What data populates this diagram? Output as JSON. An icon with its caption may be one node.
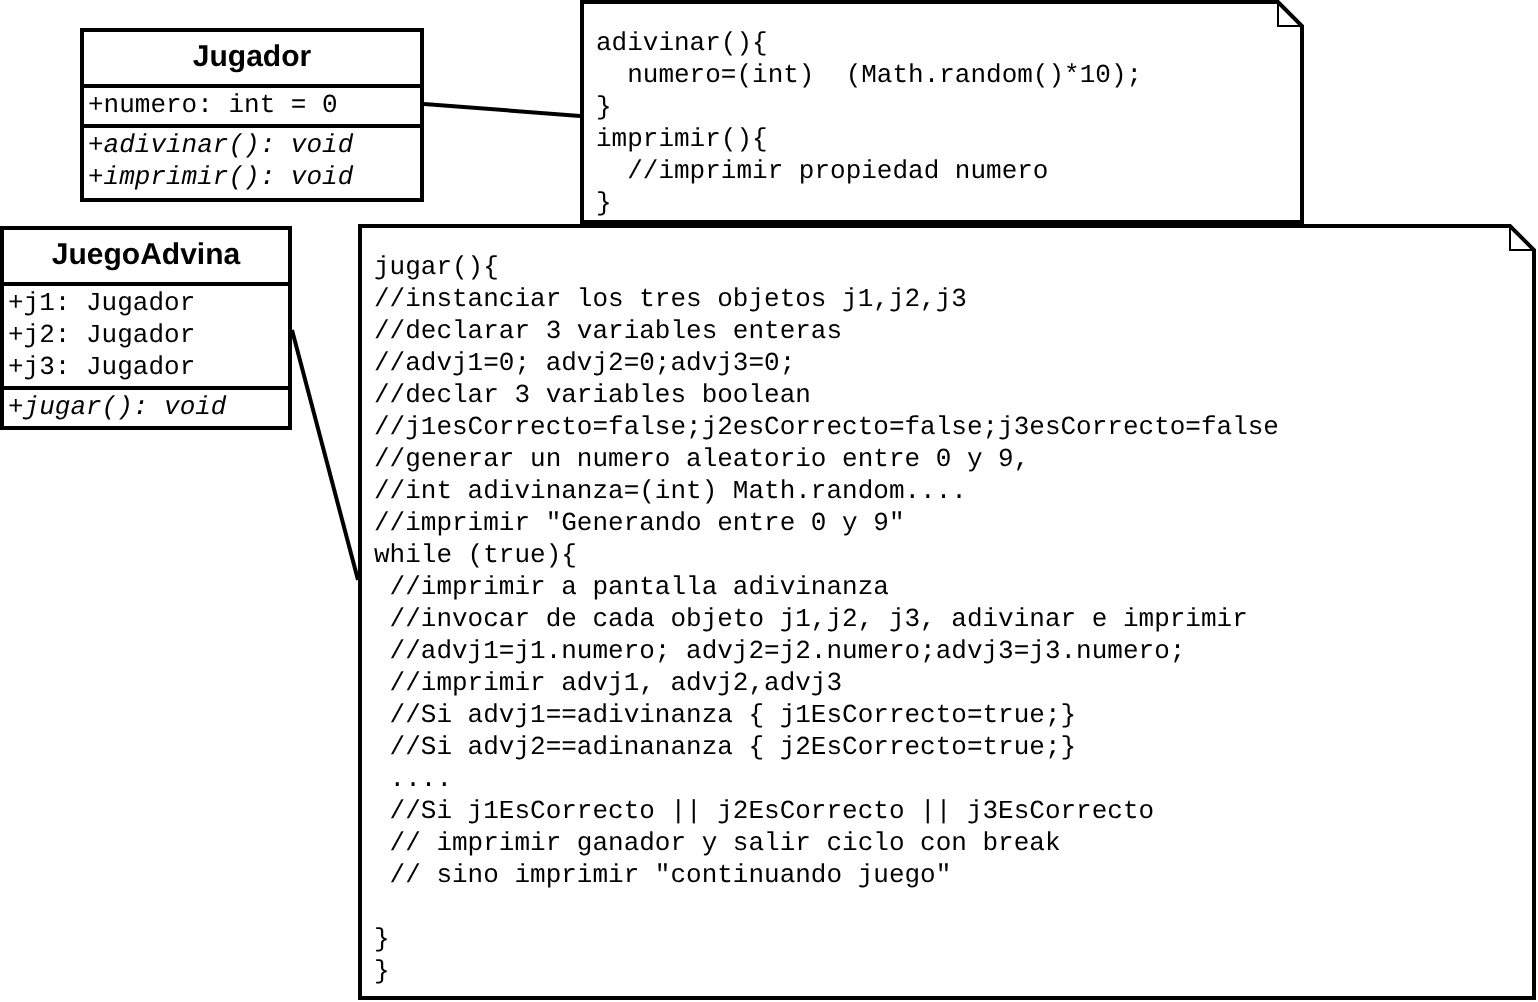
{
  "diagram": {
    "nodes": [
      {
        "text": [
          "Jugador",
          "+numero: int = 0",
          "+adivinar(): void",
          "+imprimir(): void"
        ]
      },
      {
        "text": [
          "adivinar(){",
          "  numero=(int)  (Math.random()*10);",
          "}",
          "imprimir(){",
          "  //imprimir propiedad numero",
          "}"
        ]
      },
      {
        "text": [
          "JuegoAdvina",
          "+j1: Jugador",
          "+j2: Jugador",
          "+j3: Jugador",
          "+jugar(): void"
        ]
      },
      {
        "text": [
          "jugar(){",
          "//instanciar los tres objetos j1,j2,j3",
          "//declarar 3 variables enteras",
          "//advj1=0; advj2=0;advj3=0;",
          "//declar 3 variables boolean",
          "//j1esCorrecto=false;j2esCorrecto=false;j3esCorrecto=false",
          "//generar un numero aleatorio entre 0 y 9,",
          "//int adivinanza=(int) Math.random....",
          "//imprimir \"Generando entre 0 y 9\"",
          "while (true){",
          " //imprimir a pantalla adivinanza",
          " //invocar de cada objeto j1,j2, j3, adivinar e imprimir",
          " //advj1=j1.numero; advj2=j2.numero;advj3=j3.numero;",
          " //imprimir advj1, advj2,advj3",
          " //Si advj1==adivinanza { j1EsCorrecto=true;}",
          " //Si advj2==adinananza { j2EsCorrecto=true;}",
          " ....",
          " //Si j1EsCorrecto || j2EsCorrecto || j3EsCorrecto",
          " // imprimir ganador y salir ciclo con break",
          " // sino imprimir \"continuando juego\"",
          "}",
          "}"
        ]
      }
    ],
    "edges": [
      {
        "from": 0,
        "to": 1,
        "arrow": "none"
      },
      {
        "from": 2,
        "to": 3,
        "arrow": "none"
      }
    ]
  }
}
